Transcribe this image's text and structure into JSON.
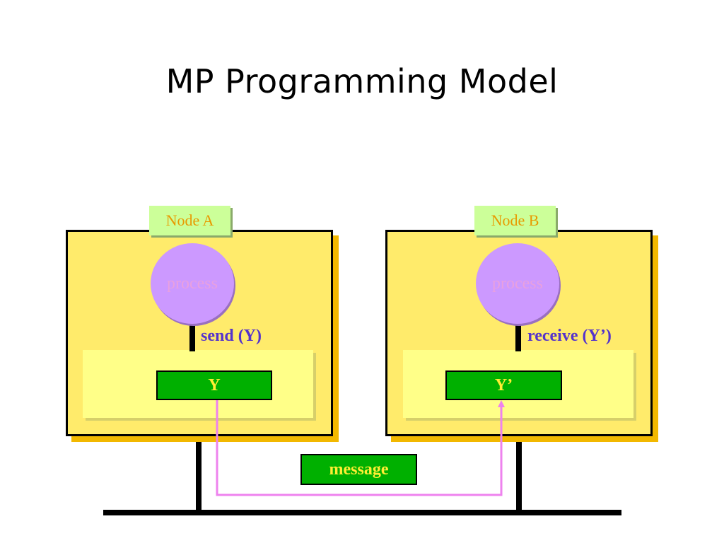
{
  "title": "MP Programming Model",
  "node_a": {
    "label": "Node A",
    "process": "process",
    "operation": "send (Y)",
    "variable": "Y"
  },
  "node_b": {
    "label": "Node B",
    "process": "process",
    "operation": "receive (Y’)",
    "variable": "Y’"
  },
  "message": "message",
  "colors": {
    "node_fill": "#ffeb6b",
    "inner_fill": "#ffff88",
    "label_fill": "#ccff99",
    "process_fill": "#cc99ff",
    "variable_fill": "#00b000",
    "message_line": "#ee82ee",
    "operation_text": "#5533cc"
  }
}
